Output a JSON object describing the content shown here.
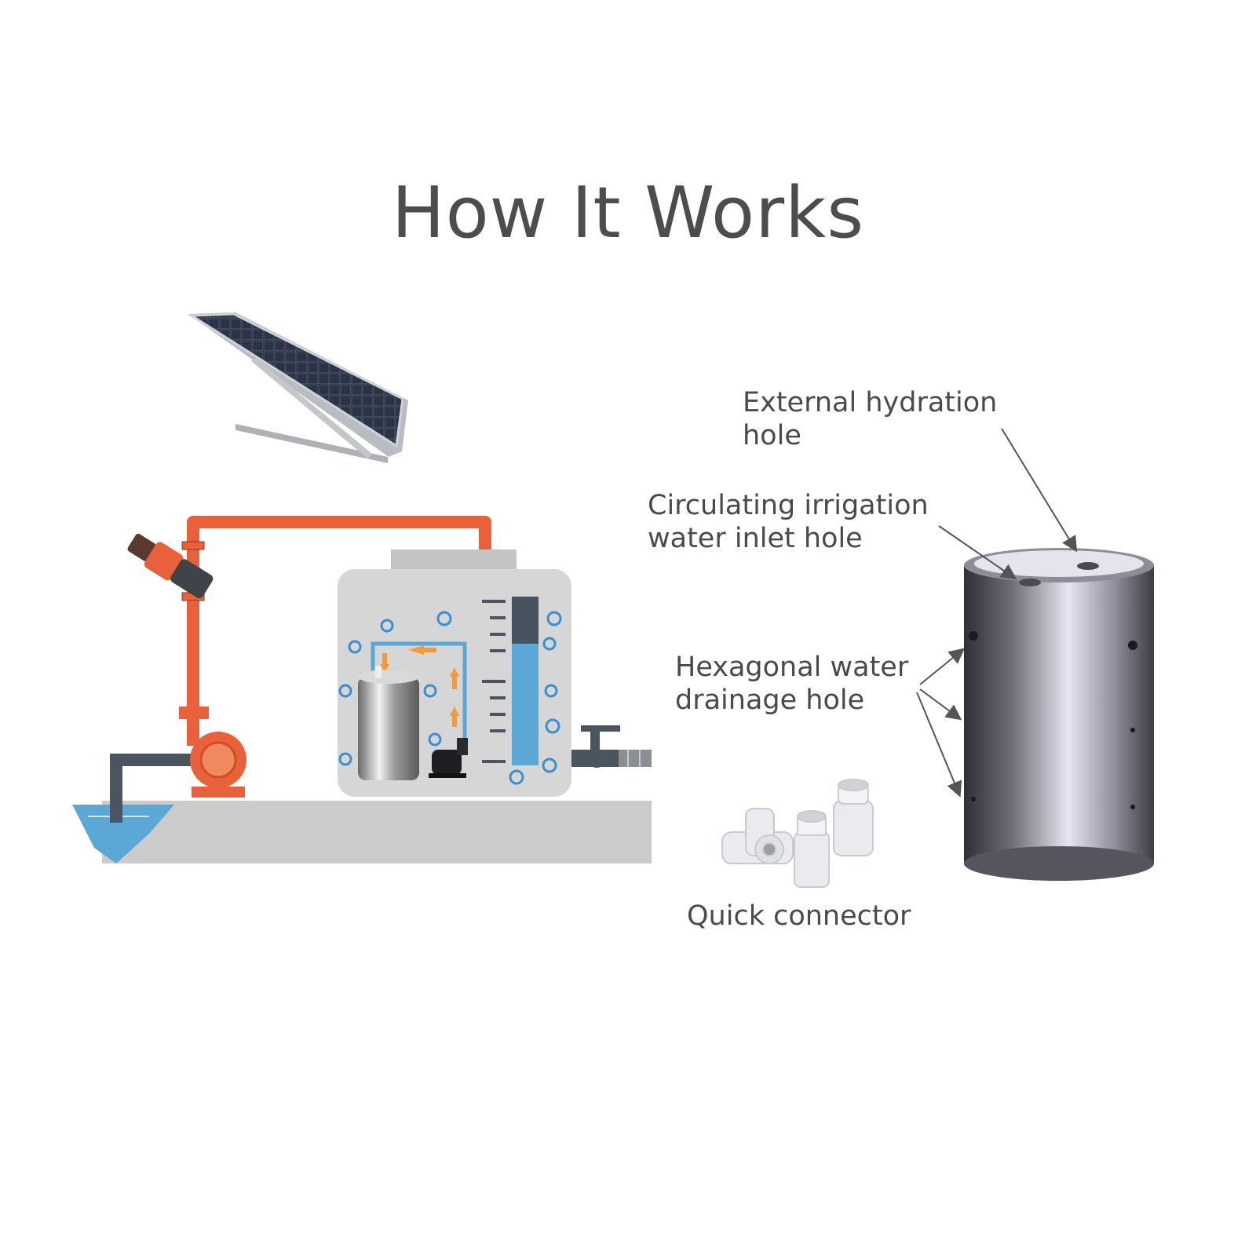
{
  "title": "How It Works",
  "labels": {
    "external_hydration_line1": "External hydration",
    "external_hydration_line2": "hole",
    "inlet_line1": "Circulating irrigation",
    "inlet_line2": "water inlet hole",
    "drainage_line1": "Hexagonal water",
    "drainage_line2": "drainage hole",
    "quick_connector": "Quick connector"
  },
  "colors": {
    "pipe": "#e8613a",
    "water": "#5ba7d6",
    "dark_pipe": "#4a5560",
    "ground": "#cbcbcb",
    "tank": "#d4d4d4",
    "arrows": "#f39a3c",
    "cylinder": "#7a7a85",
    "text": "#4d4d4d"
  },
  "icons": {
    "solar_panel": "solar-panel-icon",
    "filter": "filter-icon",
    "pump": "pump-icon",
    "valve": "valve-icon",
    "cylinder": "cylinder-device-icon",
    "connector": "quick-connector-icon"
  }
}
